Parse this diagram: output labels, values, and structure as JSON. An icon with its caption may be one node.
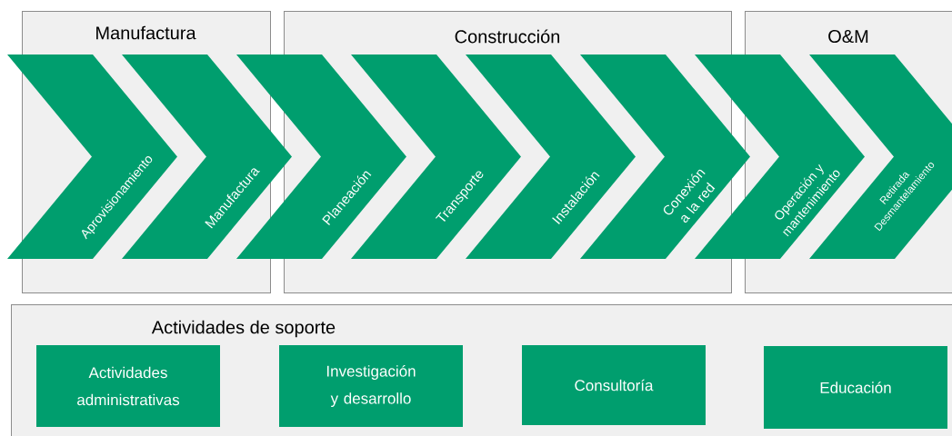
{
  "diagram": {
    "nodes": [
      {
        "text": [
          "Manufactura"
        ]
      },
      {
        "text": [
          "Construcción"
        ]
      },
      {
        "text": [
          "O&M"
        ]
      },
      {
        "text": [
          "Actividades de soporte"
        ]
      },
      {
        "text": [
          "Aprovisionamiento"
        ]
      },
      {
        "text": [
          "Manufactura"
        ]
      },
      {
        "text": [
          "Planeación"
        ]
      },
      {
        "text": [
          "Transporte"
        ],
        "in": 1
      },
      {
        "text": [
          "Instalación"
        ],
        "in": 1
      },
      {
        "text": [
          "Conexión a la red"
        ]
      },
      {
        "text": [
          "Operación y mantenimiento"
        ]
      },
      {
        "text": [
          "Retirada Desmantelamiento"
        ]
      },
      {
        "text": [
          "Actividades administrativas"
        ],
        "in": 3
      },
      {
        "text": [
          "Investigación y desarrollo"
        ],
        "in": 3
      },
      {
        "text": [
          "Consultoría"
        ],
        "in": 3
      },
      {
        "text": [
          "Educación"
        ],
        "in": 3
      }
    ]
  }
}
